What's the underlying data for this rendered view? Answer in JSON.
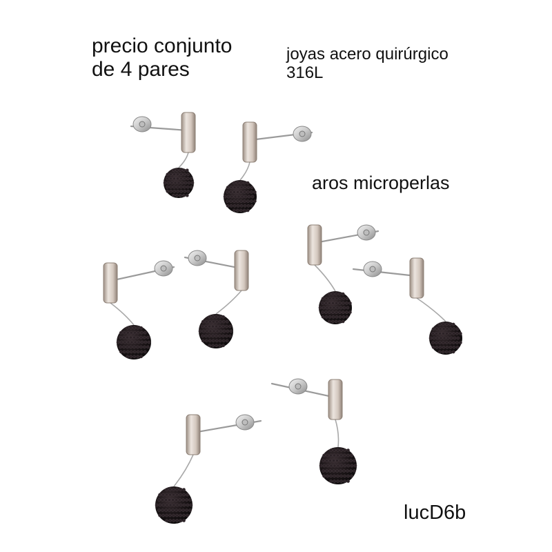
{
  "texts": {
    "price_line1": "precio conjunto",
    "price_line2": "de 4 pares",
    "material_line1": "joyas acero quirúrgico",
    "material_line2": "316L",
    "product": "aros microperlas",
    "code": "lucD6b"
  },
  "colors": {
    "background": "#ffffff",
    "text": "#111111",
    "steel_light": "#e6ddd6",
    "steel_dark": "#a89a8f",
    "bead": "#1a1416"
  },
  "product_image": {
    "subject": "earring-photo",
    "pairs": 4,
    "earrings": 8
  }
}
